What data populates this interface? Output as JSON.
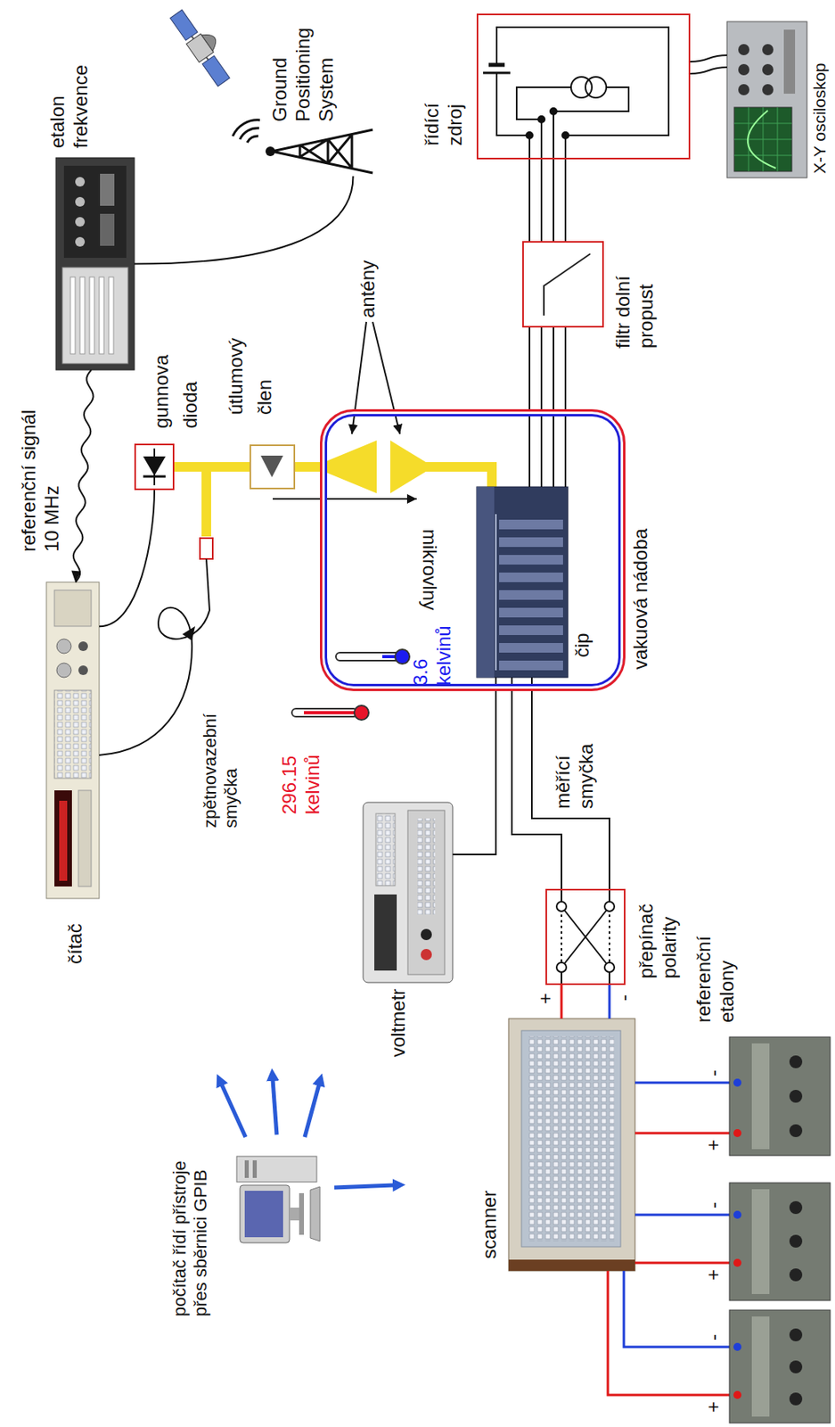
{
  "diagram": {
    "nodes": [
      {
        "text": [
          "etalon frekvence"
        ]
      },
      {
        "text": [
          "Ground Positioning System"
        ]
      },
      {
        "text": [
          "čítač"
        ]
      },
      {
        "text": [
          "gunnova dioda"
        ]
      },
      {
        "text": [
          "útlumový člen"
        ]
      },
      {
        "text": [
          "vakuová nádoba"
        ]
      },
      {
        "text": [
          "čip"
        ],
        "in": 5
      },
      {
        "text": [
          "filtr dolní propust"
        ]
      },
      {
        "text": [
          "řídící zdroj"
        ]
      },
      {
        "text": [
          "X-Y osciloskop"
        ]
      },
      {
        "text": [
          "voltmetr"
        ]
      },
      {
        "text": [
          "přepínač polarity"
        ]
      },
      {
        "text": [
          "scanner"
        ]
      },
      {
        "text": [
          "počítač řídí přístroje přes sběrnici GPIB"
        ]
      }
    ],
    "edges": [
      {
        "from": 0,
        "to": 2,
        "label": "referenční signál 10 MHz",
        "arrow": "to"
      },
      {
        "from": 1,
        "to": 0,
        "arrow": "none"
      },
      {
        "from": 2,
        "to": 3,
        "arrow": "none"
      },
      {
        "from": 3,
        "to": 4,
        "arrow": "none"
      },
      {
        "from": 6,
        "to": 7,
        "arrow": "none"
      },
      {
        "from": 7,
        "to": 8,
        "arrow": "none"
      },
      {
        "from": 8,
        "to": 9,
        "arrow": "none"
      },
      {
        "from": 6,
        "to": 11,
        "label": "měřící smyčka",
        "arrow": "none"
      },
      {
        "from": 10,
        "to": 6,
        "arrow": "none"
      },
      {
        "from": 11,
        "to": 12,
        "arrow": "none"
      }
    ],
    "labels": [
      "antény",
      "mikrovlny",
      "3.6 kelvinů",
      "296.15 kelvinů",
      "zpětnovazební smyčka",
      "+",
      "-",
      "referenční etalony",
      "+",
      "-",
      "+",
      "-",
      "+",
      "-"
    ]
  }
}
